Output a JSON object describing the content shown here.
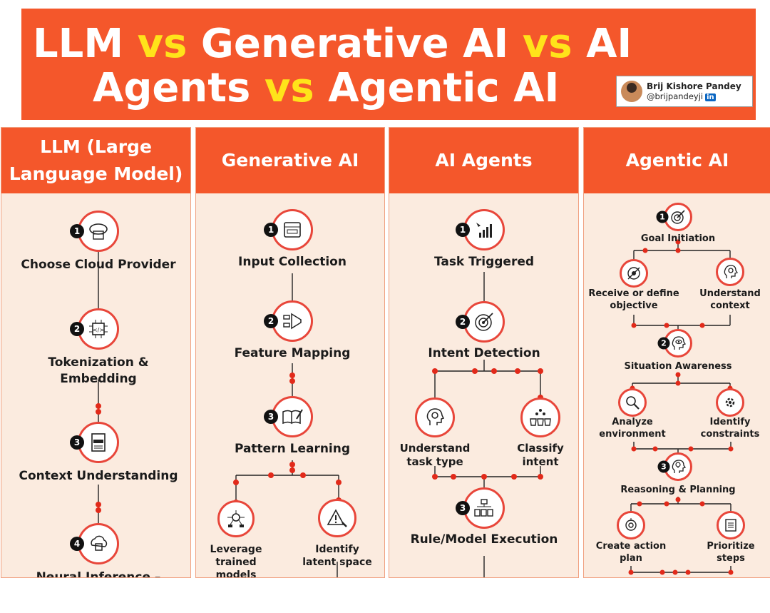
{
  "title": {
    "line1": [
      "LLM ",
      "vs",
      " Generative AI ",
      "vs",
      " AI"
    ],
    "line2": [
      "Agents ",
      "vs",
      " Agentic AI"
    ]
  },
  "author": {
    "name": "Brij Kishore Pandey",
    "handle": "@brijpandeyji",
    "network": "in"
  },
  "colors": {
    "accent": "#f4572b",
    "highlight": "#ffe31a",
    "panel": "#fbebdf",
    "ring": "#e8463a"
  },
  "columns": [
    {
      "title": "LLM (Large Language Model)",
      "steps": [
        {
          "num": "1",
          "label": "Choose Cloud Provider",
          "icon": "cloud-database-icon"
        },
        {
          "num": "2",
          "label": "Tokenization &\nEmbedding",
          "icon": "chip-code-icon"
        },
        {
          "num": "3",
          "label": "Context Understanding",
          "icon": "context-document-icon"
        },
        {
          "num": "4",
          "label": "Neural Inference –",
          "icon": "cloud-chip-icon"
        }
      ]
    },
    {
      "title": "Generative AI",
      "steps": [
        {
          "num": "1",
          "label": "Input Collection",
          "icon": "input-form-icon"
        },
        {
          "num": "2",
          "label": "Feature Mapping",
          "icon": "feature-funnel-icon"
        },
        {
          "num": "3",
          "label": "Pattern Learning",
          "icon": "book-pen-icon"
        }
      ],
      "branches": [
        {
          "label": "Leverage\ntrained\nmodels",
          "icon": "network-hub-icon"
        },
        {
          "label": "Identify\nlatent space",
          "icon": "warning-magnifier-icon"
        }
      ]
    },
    {
      "title": "AI Agents",
      "steps": [
        {
          "num": "1",
          "label": "Task Triggered",
          "icon": "trigger-chart-icon"
        },
        {
          "num": "2",
          "label": "Intent Detection",
          "icon": "target-arrow-icon"
        },
        {
          "num": "3",
          "label": "Rule/Model Execution",
          "icon": "execution-flow-icon"
        }
      ],
      "branches": [
        {
          "label": "Understand\ntask type",
          "icon": "head-search-icon"
        },
        {
          "label": "Classify\nintent",
          "icon": "classify-baskets-icon"
        }
      ]
    },
    {
      "title": "Agentic AI",
      "steps": [
        {
          "num": "1",
          "label": "Goal Initiation",
          "icon": "goal-target-icon"
        },
        {
          "num": "2",
          "label": "Situation Awareness",
          "icon": "head-eye-icon"
        },
        {
          "num": "3",
          "label": "Reasoning & Planning",
          "icon": "head-bulb-icon"
        }
      ],
      "branches": [
        {
          "label": "Receive or define\nobjective",
          "icon": "objective-target-icon"
        },
        {
          "label": "Understand\ncontext",
          "icon": "head-gear-icon"
        },
        {
          "label": "Analyze\nenvironment",
          "icon": "analyze-magnifier-icon"
        },
        {
          "label": "Identify\nconstraints",
          "icon": "constraint-gear-icon"
        },
        {
          "label": "Create action\nplan",
          "icon": "action-plan-icon"
        },
        {
          "label": "Prioritize\nsteps",
          "icon": "prioritize-list-icon"
        }
      ]
    }
  ]
}
